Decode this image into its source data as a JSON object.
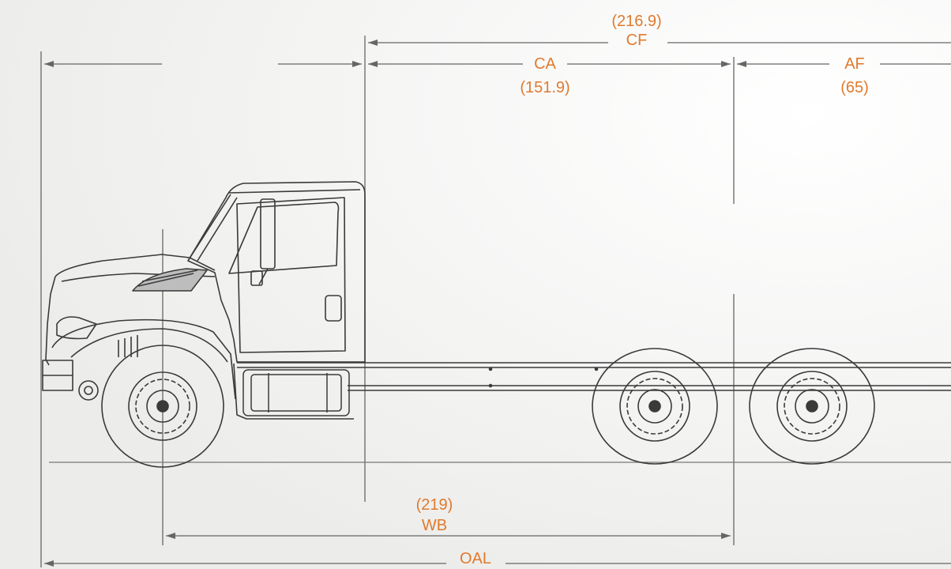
{
  "colors": {
    "background": "#f3f3f1",
    "line": "#3a3a3a",
    "dimension_line": "#666666",
    "label": "#e07a2e"
  },
  "dimensions": {
    "cf": {
      "value": "(216.9)",
      "name": "CF"
    },
    "ca": {
      "name": "CA",
      "value": "(151.9)"
    },
    "af": {
      "name": "AF",
      "value": "(65)"
    },
    "wb": {
      "value": "(219)",
      "name": "WB"
    },
    "oal": {
      "name": "OAL"
    }
  }
}
